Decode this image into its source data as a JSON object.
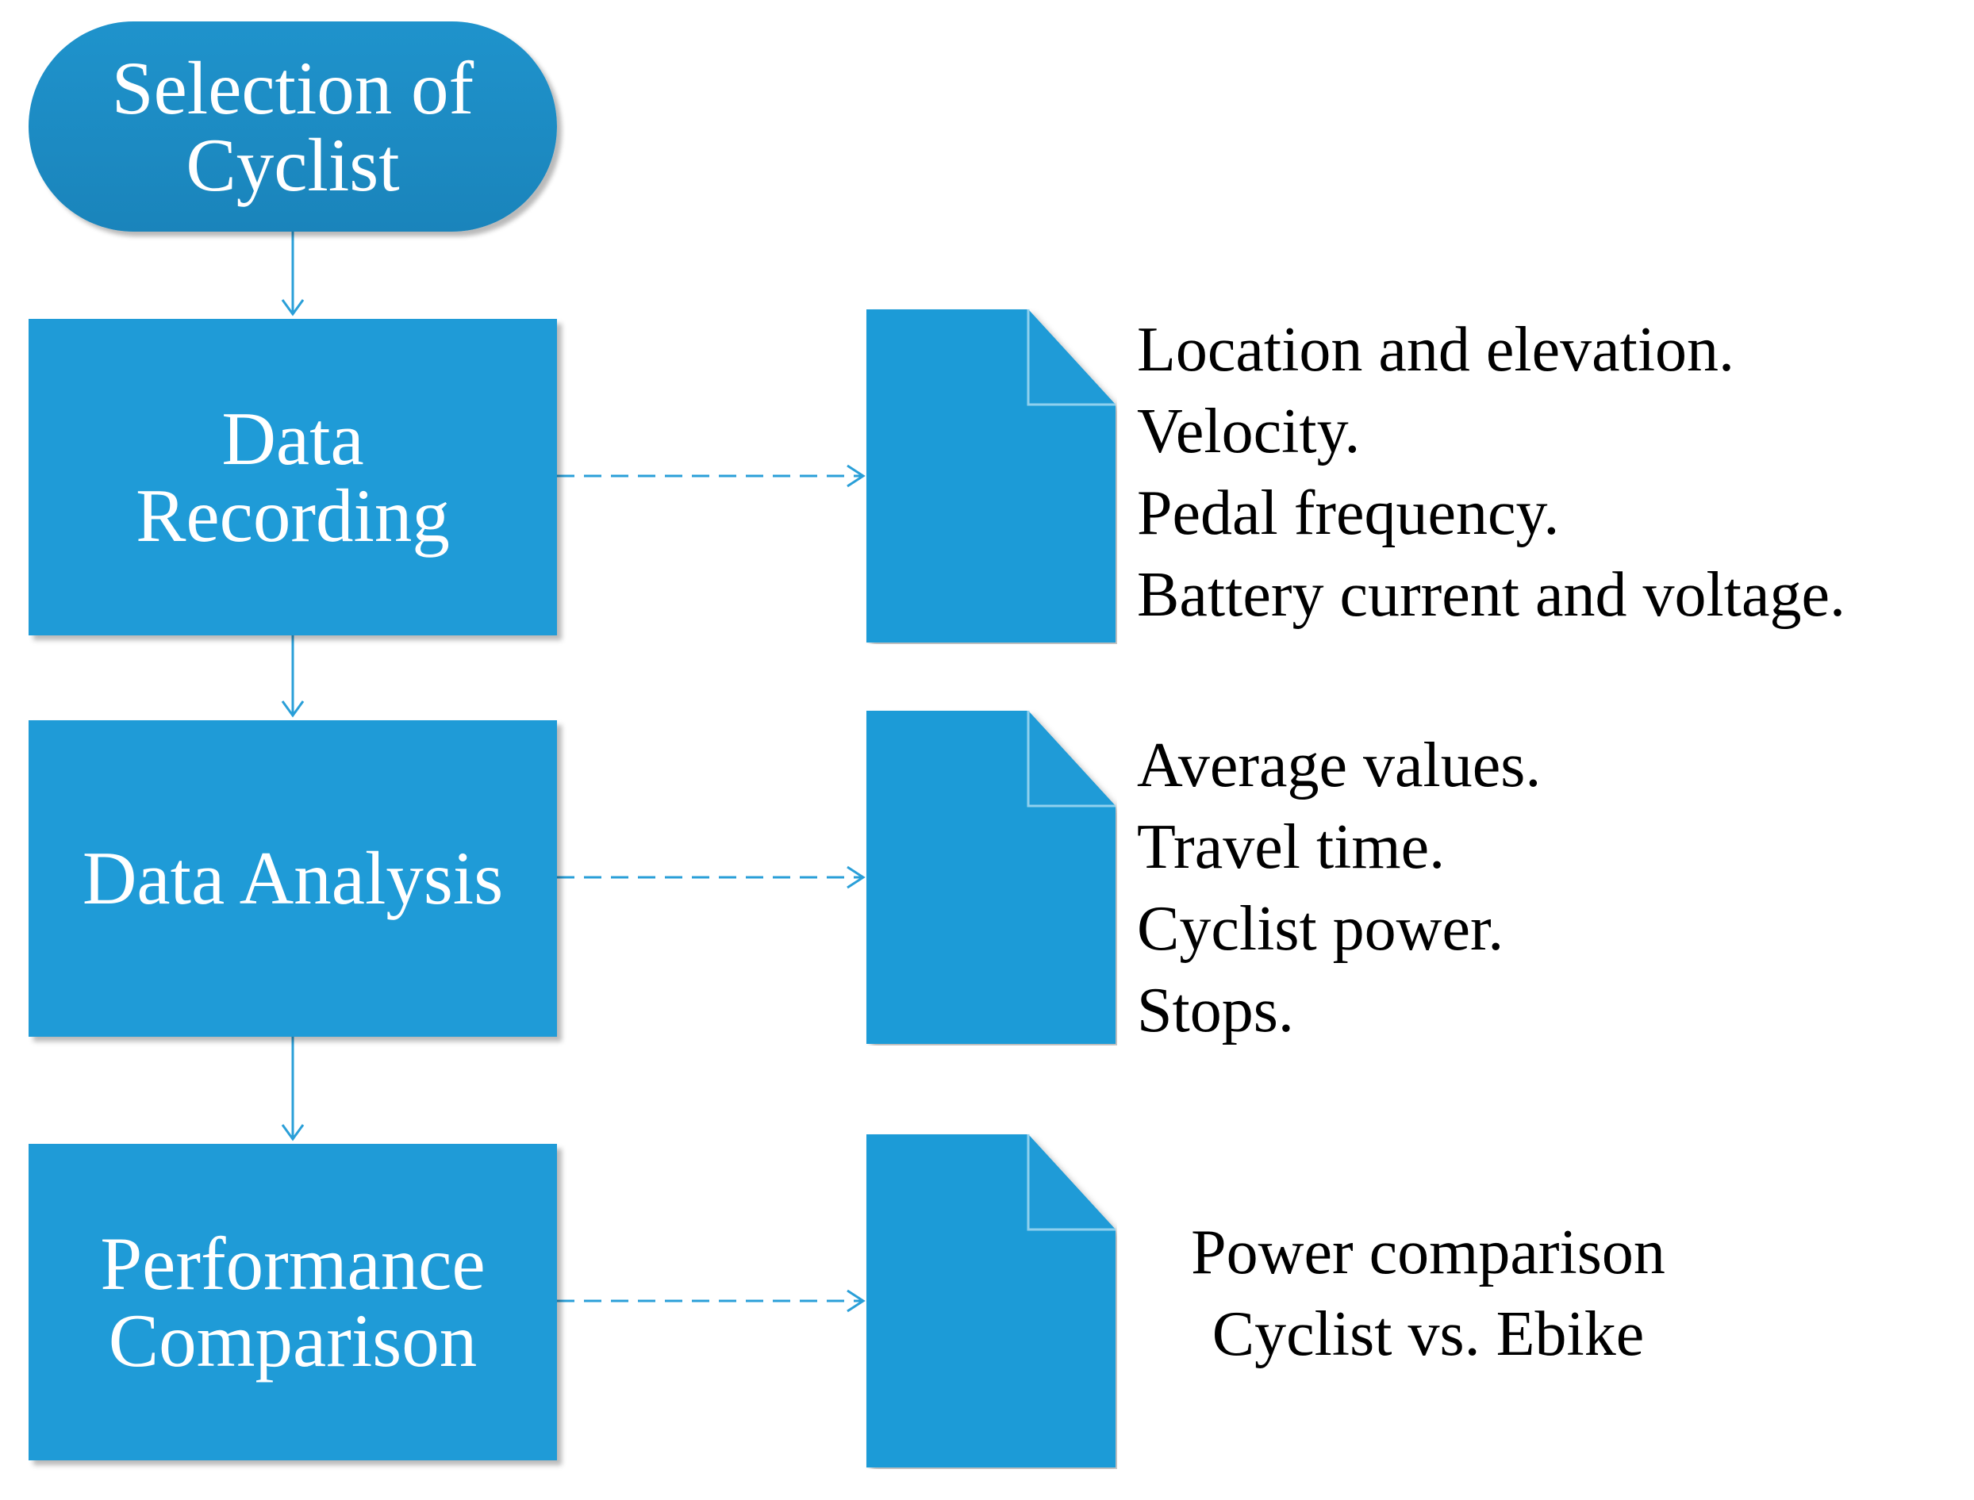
{
  "nodes": {
    "start": {
      "line1": "Selection of",
      "line2": "Cyclist"
    },
    "recording": {
      "line1": "Data",
      "line2": "Recording"
    },
    "analysis": {
      "line1": "Data Analysis"
    },
    "comparison": {
      "line1": "Performance",
      "line2": "Comparison"
    }
  },
  "outputs": {
    "recording": [
      "Location and elevation.",
      "Velocity.",
      "Pedal frequency.",
      "Battery current and voltage."
    ],
    "analysis": [
      "Average values.",
      "Travel time.",
      "Cyclist power.",
      "Stops."
    ],
    "comparison": [
      "Power comparison",
      "Cyclist vs. Ebike"
    ]
  },
  "colors": {
    "shape_fill": "#1f9bd7",
    "connector": "#2a9fd8",
    "text_on_shape": "#ffffff"
  }
}
